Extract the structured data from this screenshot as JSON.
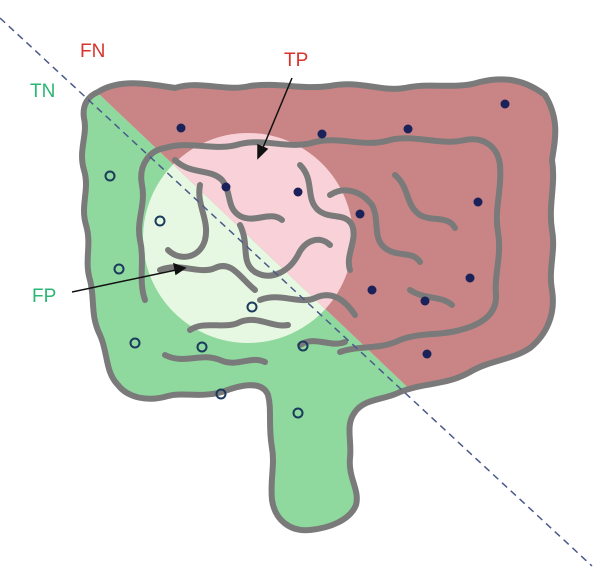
{
  "labels": {
    "fn": "FN",
    "tn": "TN",
    "tp": "TP",
    "fp": "FP"
  },
  "colors": {
    "negative_region": "#8fd89e",
    "positive_region": "#c98585",
    "predicted_positive_zone_on_negative": "#e6f8e2",
    "predicted_positive_zone_on_positive": "#f8d2d8",
    "outline": "#7a7a7a",
    "positive_marker": "#1b2259",
    "negative_marker": "#1b3a5c",
    "divider": "#4a5a8a",
    "label_green": "#2bb673",
    "label_red": "#d8322a",
    "arrow": "#111111"
  },
  "icons": {
    "positive_marker": "filled-dot-icon",
    "negative_marker": "hollow-circle-icon"
  }
}
